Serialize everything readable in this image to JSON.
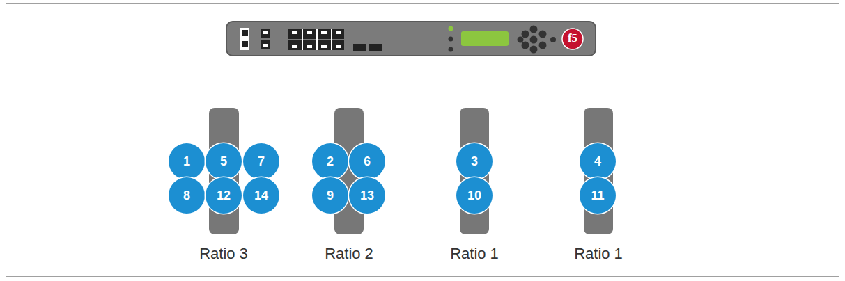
{
  "diagram": {
    "nodes": [
      {
        "text": [
          "1"
        ]
      },
      {
        "text": [
          "5"
        ]
      },
      {
        "text": [
          "7"
        ]
      },
      {
        "text": [
          "8"
        ]
      },
      {
        "text": [
          "12"
        ]
      },
      {
        "text": [
          "14"
        ]
      },
      {
        "text": [
          "2"
        ]
      },
      {
        "text": [
          "6"
        ]
      },
      {
        "text": [
          "9"
        ]
      },
      {
        "text": [
          "13"
        ]
      },
      {
        "text": [
          "3"
        ]
      },
      {
        "text": [
          "10"
        ]
      },
      {
        "text": [
          "4"
        ]
      },
      {
        "text": [
          "11"
        ]
      }
    ],
    "labels": [
      "f5",
      "Ratio 3",
      "Ratio 2",
      "Ratio 1",
      "Ratio 1"
    ]
  }
}
